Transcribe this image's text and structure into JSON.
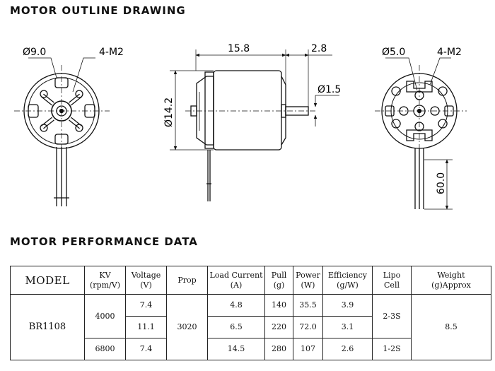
{
  "headings": {
    "outline": "MOTOR OUTLINE DRAWING",
    "performance": "MOTOR PERFORMANCE DATA"
  },
  "drawing": {
    "front": {
      "diameter": "Ø9.0",
      "holes": "4-M2"
    },
    "side": {
      "length": "15.8",
      "shaft_length": "2.8",
      "diameter": "Ø14.2",
      "shaft_diameter": "Ø1.5"
    },
    "rear": {
      "diameter": "Ø5.0",
      "holes": "4-M2",
      "lead_length": "60.0"
    }
  },
  "table": {
    "headers": {
      "model": "MODEL",
      "kv": "KV",
      "kv_unit": "(rpm/V)",
      "voltage": "Voltage",
      "voltage_unit": "(V)",
      "prop": "Prop",
      "current": "Load Current",
      "current_unit": "(A)",
      "pull": "Pull",
      "pull_unit": "(g)",
      "power": "Power",
      "power_unit": "(W)",
      "efficiency": "Efficiency",
      "efficiency_unit": "(g/W)",
      "lipo": "Lipo",
      "lipo_unit": "Cell",
      "weight": "Weight",
      "weight_unit": "(g)Approx"
    },
    "model": "BR1108",
    "prop": "3020",
    "weight": "8.5",
    "kv_groups": [
      "4000",
      "6800"
    ],
    "lipo_groups": [
      "2-3S",
      "1-2S"
    ],
    "rows": [
      {
        "voltage": "7.4",
        "current": "4.8",
        "pull": "140",
        "power": "35.5",
        "efficiency": "3.9"
      },
      {
        "voltage": "11.1",
        "current": "6.5",
        "pull": "220",
        "power": "72.0",
        "efficiency": "3.1"
      },
      {
        "voltage": "7.4",
        "current": "14.5",
        "pull": "280",
        "power": "107",
        "efficiency": "2.6"
      }
    ]
  }
}
